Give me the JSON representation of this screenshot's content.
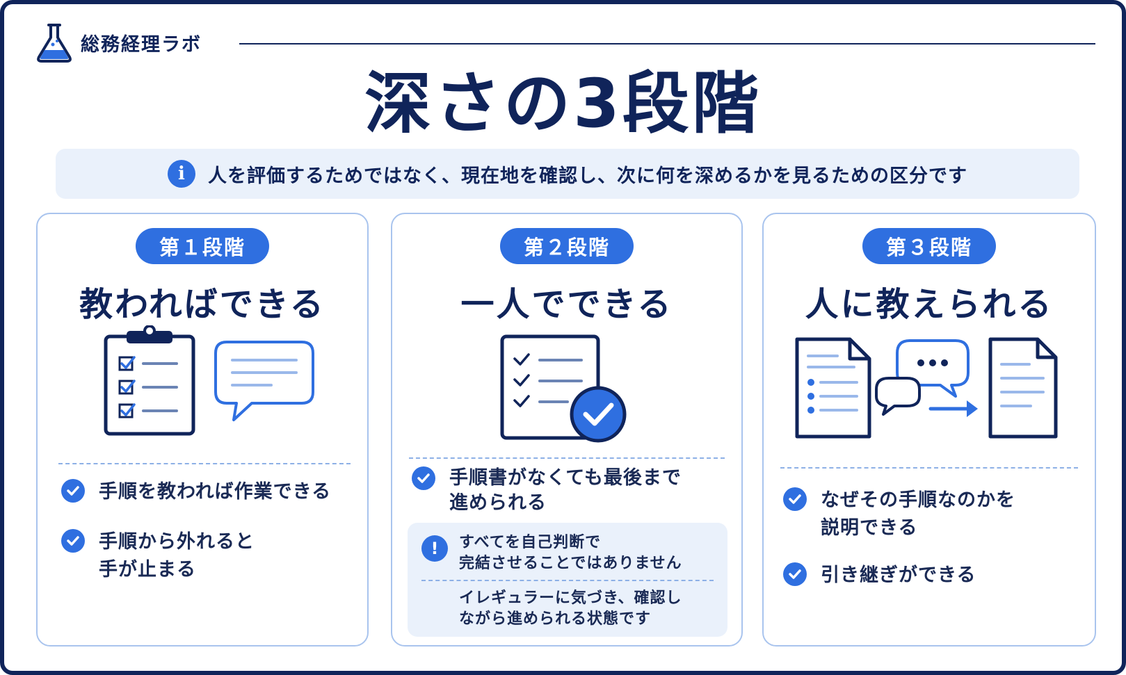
{
  "brand": {
    "name": "総務経理ラボ"
  },
  "title": "深さの3段階",
  "info": {
    "text": "人を評価するためではなく、現在地を確認し、次に何を深めるかを見るための区分です"
  },
  "colors": {
    "navy": "#10245a",
    "accent": "#2f6fe0",
    "light": "#eaf1fb",
    "border": "#a9c4ee"
  },
  "stages": [
    {
      "badge": "第１段階",
      "title": "教わればできる",
      "illustration": [
        "clipboard-checklist-icon",
        "speech-bubble-icon"
      ],
      "items": [
        "手順を教われば作業できる",
        "手順から外れると\n手が止まる"
      ]
    },
    {
      "badge": "第２段階",
      "title": "一人でできる",
      "illustration": [
        "checklist-document-icon",
        "check-circle-icon"
      ],
      "items": [
        "手順書がなくても最後まで\n進められる"
      ],
      "note": {
        "icon": "exclamation-icon",
        "line1": "すべてを自己判断で\n完結させることではありません",
        "line2": "イレギュラーに気づき、確認し\nながら進められる状態です"
      }
    },
    {
      "badge": "第３段階",
      "title": "人に教えられる",
      "illustration": [
        "document-list-icon",
        "conversation-bubbles-icon",
        "arrow-right-icon",
        "document-icon"
      ],
      "items": [
        "なぜその手順なのかを\n説明できる",
        "引き継ぎができる"
      ]
    }
  ]
}
